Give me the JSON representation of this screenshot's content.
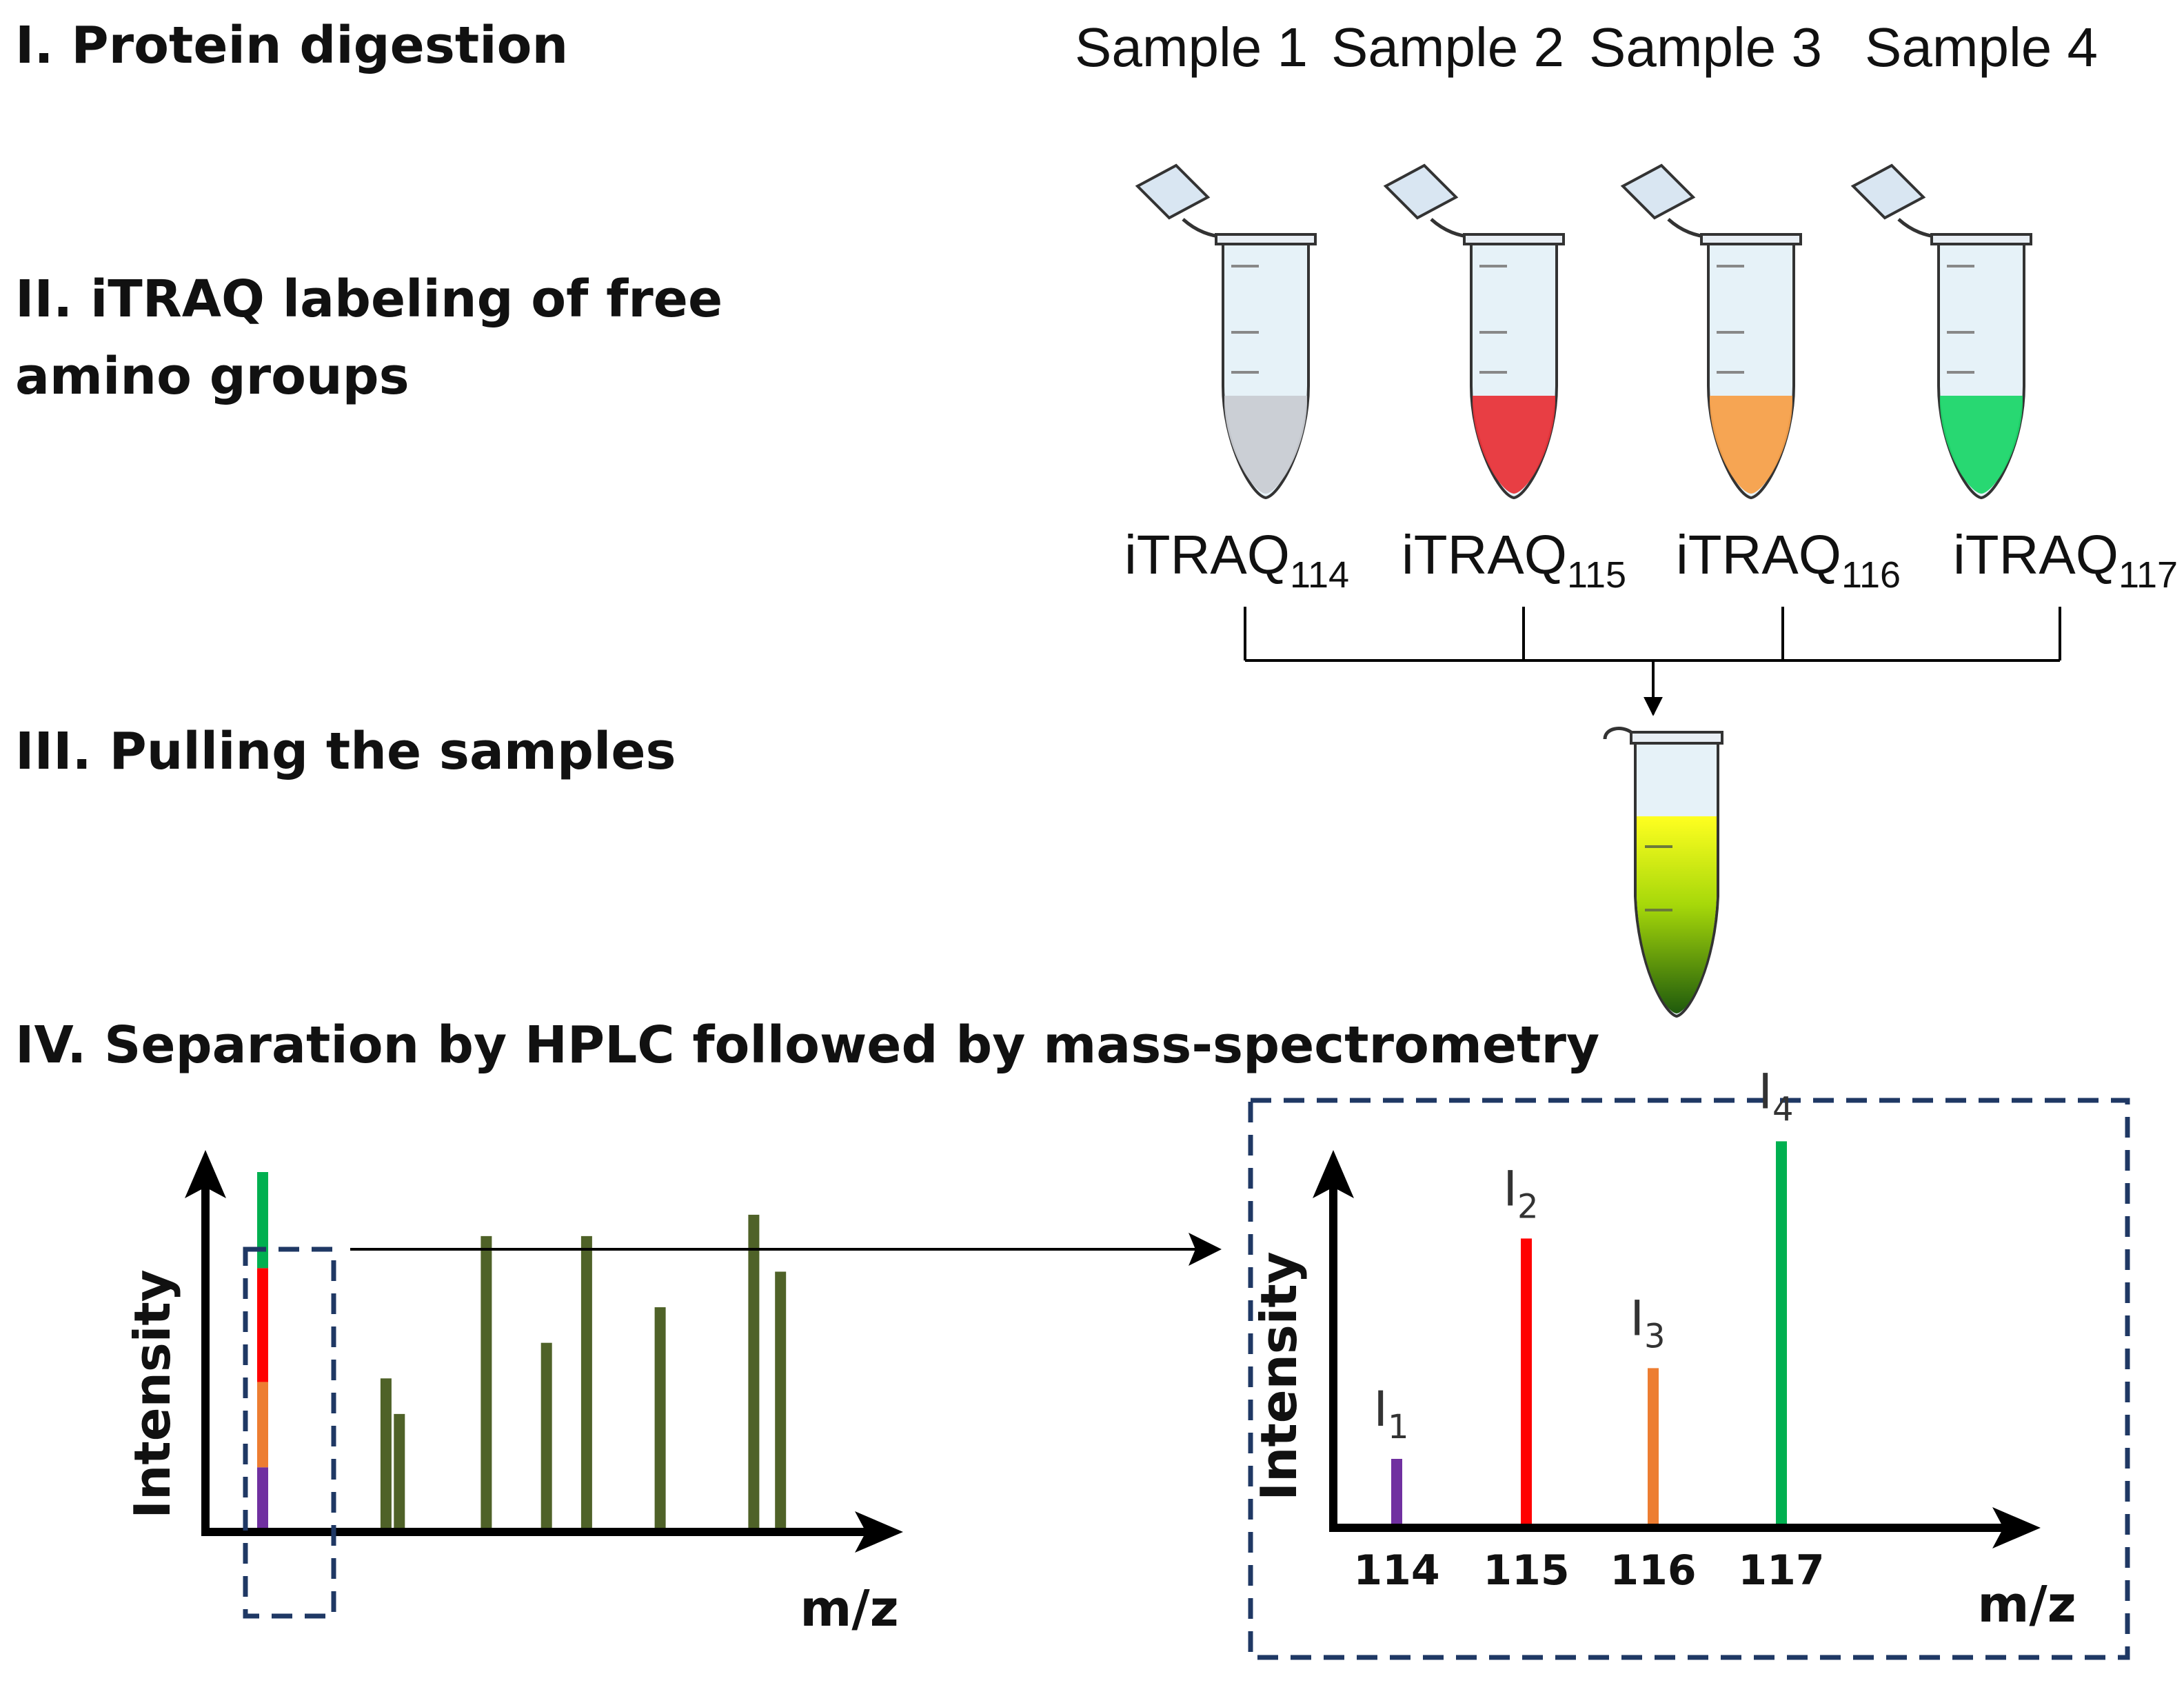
{
  "steps": [
    "I. Protein digestion",
    "II. iTRAQ labeling of free amino groups",
    "III. Pulling the samples",
    "IV. Separation by HPLC followed by mass-spectrometry"
  ],
  "samples": [
    {
      "label": "Sample 1",
      "tag": "iTRAQ",
      "mass": "114",
      "color": "#c9ccd3"
    },
    {
      "label": "Sample 2",
      "tag": "iTRAQ",
      "mass": "115",
      "color": "#e8343a"
    },
    {
      "label": "Sample 3",
      "tag": "iTRAQ",
      "mass": "116",
      "color": "#f7a04a"
    },
    {
      "label": "Sample 4",
      "tag": "iTRAQ",
      "mass": "117",
      "color": "#1ed66a"
    }
  ],
  "pooled_colors": {
    "top": "#ffff20",
    "middle": "#a6d80a",
    "bottom": "#1f5a0c"
  },
  "spectrum_left": {
    "ylabel": "Intensity",
    "xlabel": "m/z",
    "stacked_bar": {
      "segments": [
        {
          "color": "#7030a0",
          "value": 0.17
        },
        {
          "color": "#ed7d31",
          "value": 0.24
        },
        {
          "color": "#ff0000",
          "value": 0.32
        },
        {
          "color": "#00b050",
          "value": 0.27
        }
      ],
      "total": 0.98
    },
    "peaks": [
      {
        "mz": 0.27,
        "value": 0.42
      },
      {
        "mz": 0.29,
        "value": 0.32
      },
      {
        "mz": 0.42,
        "value": 0.82
      },
      {
        "mz": 0.51,
        "value": 0.52
      },
      {
        "mz": 0.57,
        "value": 0.82
      },
      {
        "mz": 0.68,
        "value": 0.62
      },
      {
        "mz": 0.82,
        "value": 0.88
      },
      {
        "mz": 0.86,
        "value": 0.72
      }
    ],
    "peak_color": "#4f6228"
  },
  "spectrum_right": {
    "ylabel": "Intensity",
    "xlabel": "m/z",
    "peaks": [
      {
        "label": "I",
        "sub": "1",
        "mz": "114",
        "value": 0.2,
        "color": "#7030a0"
      },
      {
        "label": "I",
        "sub": "2",
        "mz": "115",
        "value": 0.88,
        "color": "#ff0000"
      },
      {
        "label": "I",
        "sub": "3",
        "mz": "116",
        "value": 0.48,
        "color": "#ed7d31"
      },
      {
        "label": "I",
        "sub": "4",
        "mz": "117",
        "value": 1.18,
        "color": "#00b050"
      }
    ]
  },
  "colors": {
    "dashed_box": "#1f3864",
    "axis": "#000000"
  }
}
